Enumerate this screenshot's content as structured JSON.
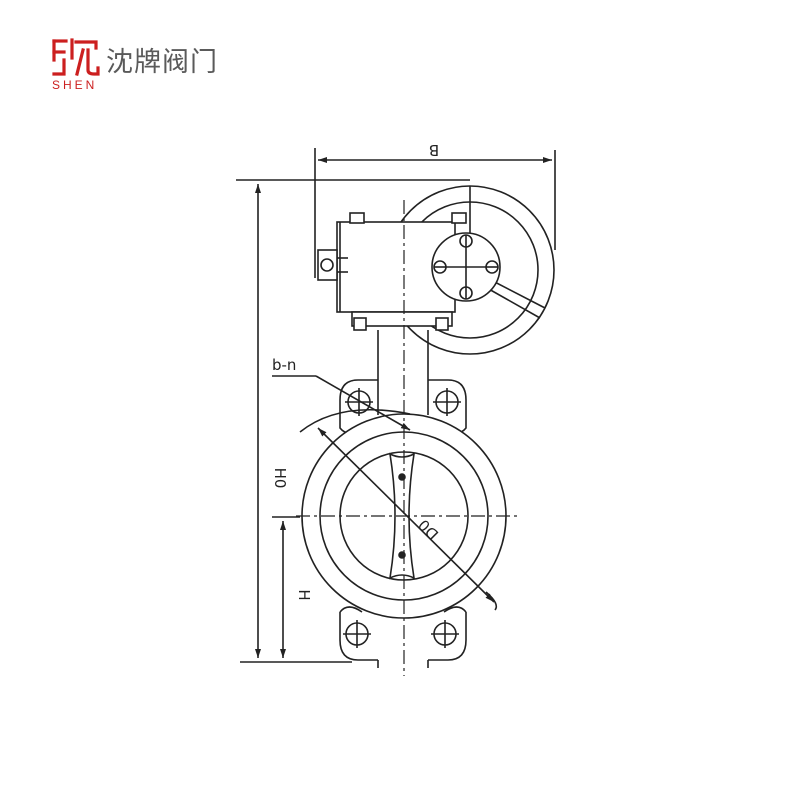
{
  "brand": {
    "name": "沈牌阀门",
    "sub": "SHEN",
    "accent": "#cc1f1f",
    "text_color": "#5a5a5a"
  },
  "diagram": {
    "labels": {
      "width": "B",
      "bolt_spec": "b-n",
      "height_total": "H0",
      "height_lower": "H",
      "diameter": "D0"
    },
    "line_color": "#222222"
  }
}
